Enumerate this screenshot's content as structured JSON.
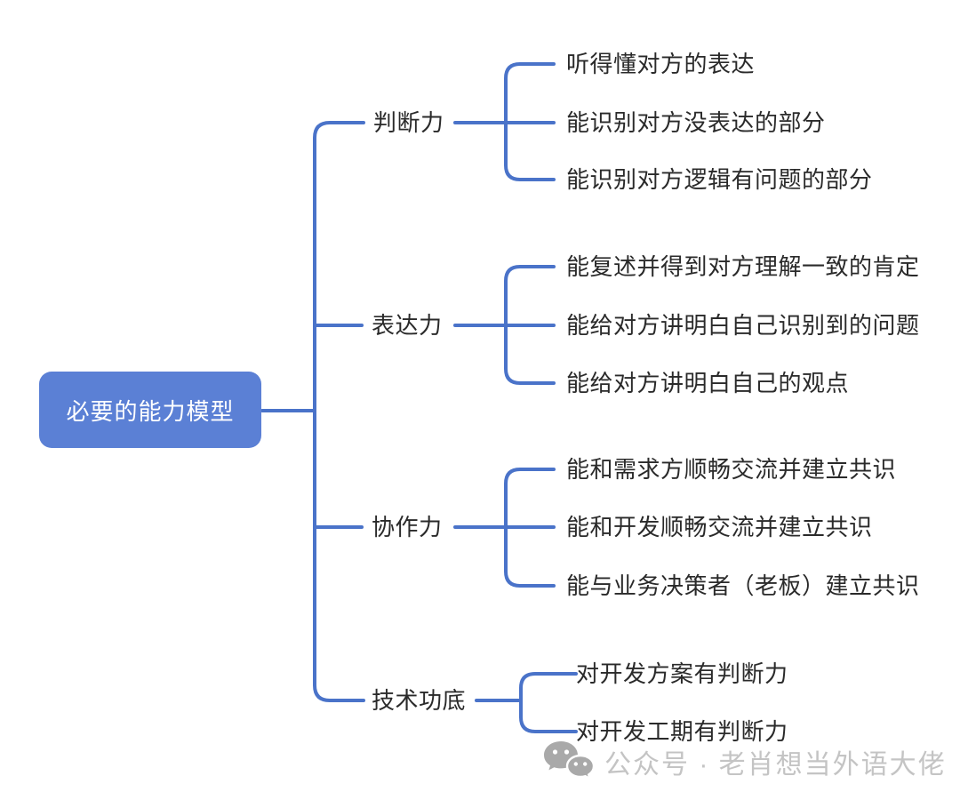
{
  "colors": {
    "bg": "#ffffff",
    "line": "#4a73c9",
    "root-fill": "#5b80d5",
    "root-text": "#ffffff",
    "node-text": "#2a2a2a",
    "watermark-icon": "#a9a9a9",
    "watermark-text": "#c4c4c4"
  },
  "diagram": {
    "type": "mindmap",
    "root": {
      "label": "必要的能力模型"
    },
    "branches": [
      {
        "label": "判断力",
        "children": [
          "听得懂对方的表达",
          "能识别对方没表达的部分",
          "能识别对方逻辑有问题的部分"
        ]
      },
      {
        "label": "表达力",
        "children": [
          "能复述并得到对方理解一致的肯定",
          "能给对方讲明白自己识别到的问题",
          "能给对方讲明白自己的观点"
        ]
      },
      {
        "label": "协作力",
        "children": [
          "能和需求方顺畅交流并建立共识",
          "能和开发顺畅交流并建立共识",
          "能与业务决策者（老板）建立共识"
        ]
      },
      {
        "label": "技术功底",
        "children": [
          "对开发方案有判断力",
          "对开发工期有判断力"
        ]
      }
    ]
  },
  "watermark": {
    "icon": "wechat-icon",
    "text": "公众号 · 老肖想当外语大佬"
  }
}
